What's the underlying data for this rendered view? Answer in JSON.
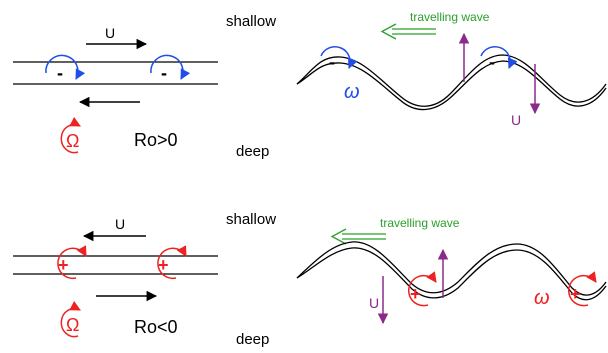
{
  "colors": {
    "ink": "#000000",
    "blue": "#1f4fe6",
    "red": "#ee2222",
    "green": "#2aa02a",
    "purple": "#8a2a8a"
  },
  "top": {
    "u_label": "U",
    "sign": "-",
    "omega_big": "Ω",
    "ro_label": "Ro>0",
    "shallow_label": "shallow",
    "deep_label": "deep",
    "wave_label": "travelling wave",
    "omega_small": "ω",
    "u_wave_label": "U"
  },
  "bottom": {
    "u_label": "U",
    "sign": "+",
    "omega_big": "Ω",
    "ro_label": "Ro<0",
    "shallow_label": "shallow",
    "deep_label": "deep",
    "wave_label": "travelling wave",
    "omega_small": "ω",
    "u_wave_label": "U"
  }
}
